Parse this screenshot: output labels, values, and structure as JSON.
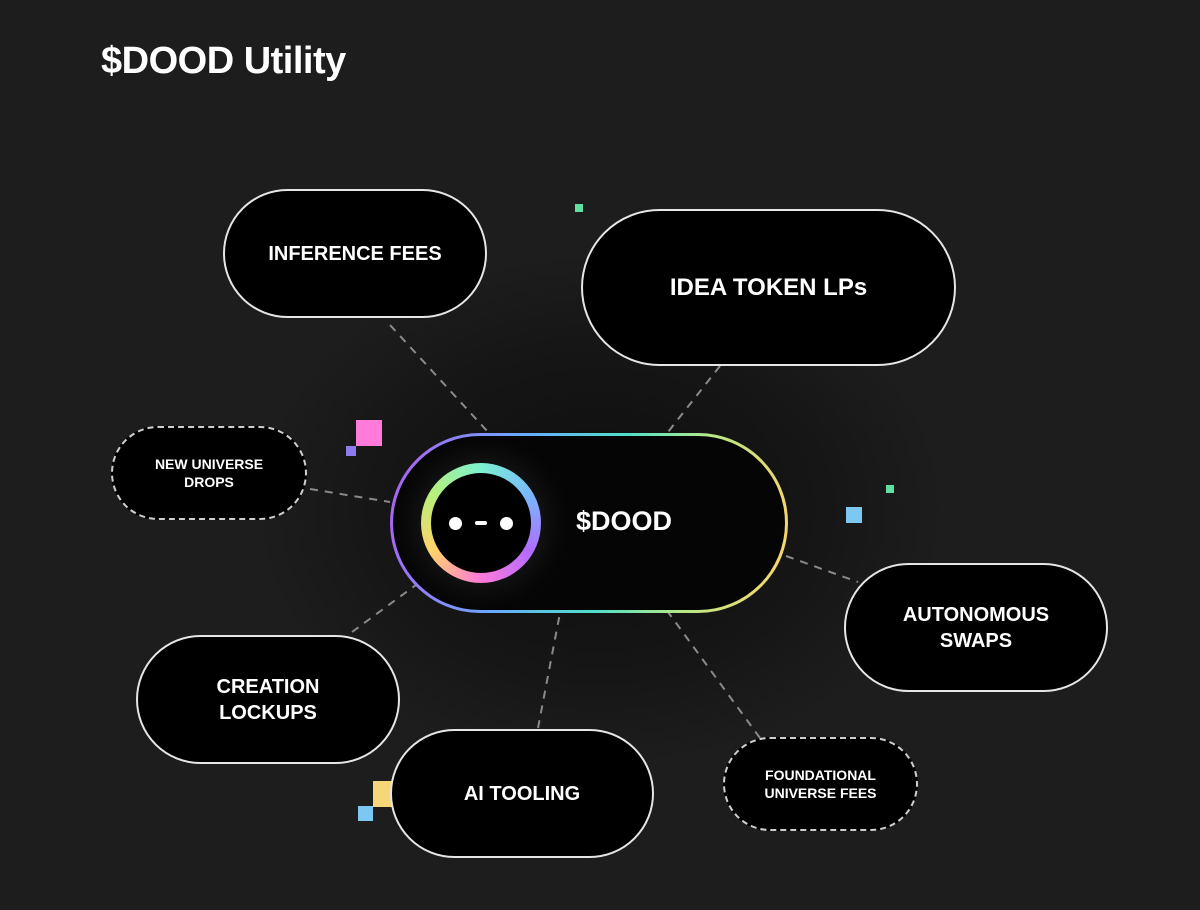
{
  "title": "$DOOD Utility",
  "center": {
    "label": "$DOOD",
    "icon": "dood-face-icon"
  },
  "nodes": {
    "inference_fees": "INFERENCE FEES",
    "idea_token_lps": "IDEA TOKEN LPs",
    "new_universe_drops": "NEW UNIVERSE\nDROPS",
    "autonomous_swaps": "AUTONOMOUS\nSWAPS",
    "creation_lockups": "CREATION\nLOCKUPS",
    "ai_tooling": "AI TOOLING",
    "foundational_universe_fees": "FOUNDATIONAL\nUNIVERSE FEES"
  },
  "colors": {
    "background": "#1d1d1d",
    "accent_pink": "#ff7ad9",
    "accent_blue": "#7cc8f0",
    "accent_green": "#5fe0a0",
    "accent_yellow": "#f5d77a",
    "accent_purple": "#8c7cf0"
  }
}
